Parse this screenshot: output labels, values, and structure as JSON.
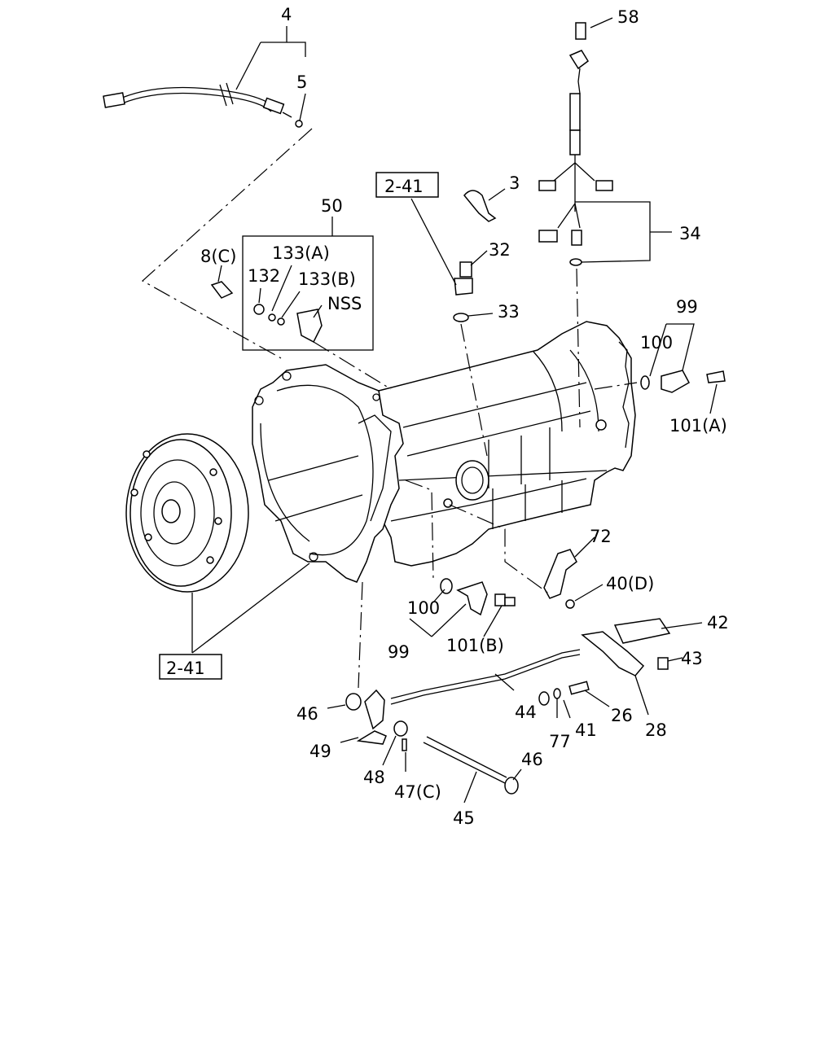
{
  "callouts": {
    "c4": "4",
    "c5": "5",
    "c58": "58",
    "c3": "3",
    "c2_41_top": "2-41",
    "c50": "50",
    "c32": "32",
    "c34": "34",
    "c8c": "8(C)",
    "c133a": "133(A)",
    "c132": "132",
    "c133b": "133(B)",
    "cnss": "NSS",
    "c33": "33",
    "c99_right": "99",
    "c100_right": "100",
    "c101a": "101(A)",
    "c72": "72",
    "c40d": "40(D)",
    "c100_low": "100",
    "c99_low": "99",
    "c101b": "101(B)",
    "c42": "42",
    "c43": "43",
    "c2_41_bottom": "2-41",
    "c46_left": "46",
    "c44": "44",
    "c26": "26",
    "c28": "28",
    "c49": "49",
    "c77": "77",
    "c41": "41",
    "c48": "48",
    "c47c": "47(C)",
    "c46_right": "46",
    "c45": "45"
  }
}
